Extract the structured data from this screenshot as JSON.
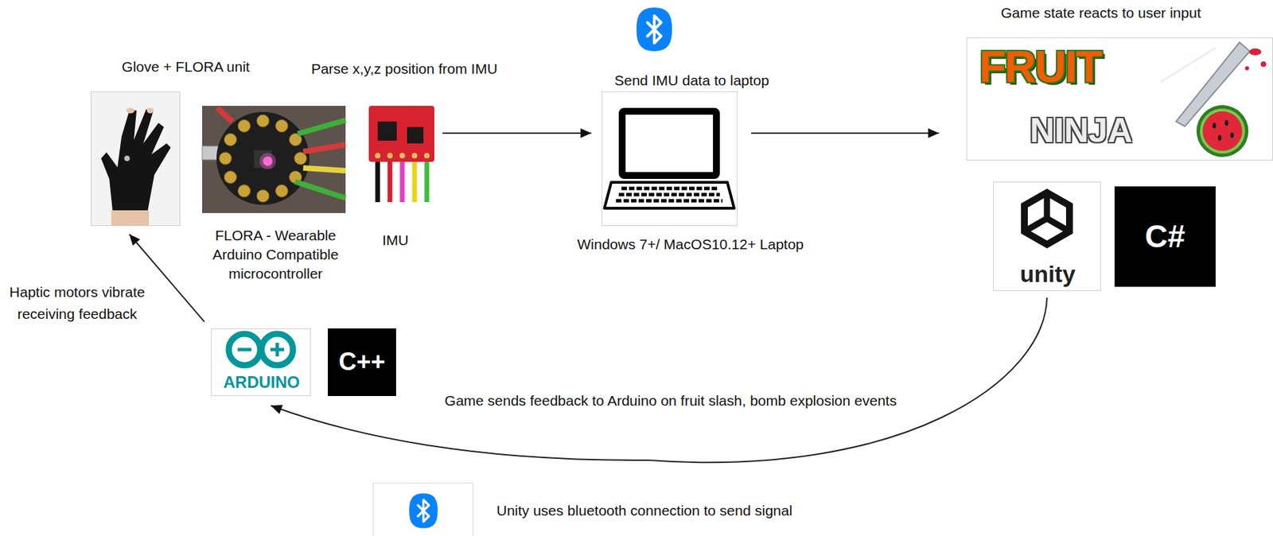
{
  "diagram": {
    "nodes": [
      {
        "text": [
          "Glove + FLORA unit"
        ]
      },
      {
        "text": [
          "FLORA - Wearable Arduino Compatible microcontroller"
        ]
      },
      {
        "text": [
          "IMU"
        ]
      },
      {
        "text": [
          "Send IMU data to laptop",
          "Windows 7+/ MacOS10.12+ Laptop"
        ]
      },
      {
        "text": [
          "Game state reacts to user input",
          "FRUIT",
          "NINJA"
        ]
      },
      {
        "text": [
          "unity"
        ]
      },
      {
        "text": [
          "C#"
        ]
      },
      {
        "text": [
          "ARDUINO"
        ]
      },
      {
        "text": [
          "C++"
        ]
      }
    ],
    "edges": [
      {
        "from": 2,
        "to": 3,
        "arrow": "to"
      },
      {
        "from": 3,
        "to": 4,
        "arrow": "to"
      },
      {
        "from": 5,
        "to": 7,
        "label": "Game sends feedback to Arduino on fruit slash, bomb explosion events",
        "arrow": "to"
      },
      {
        "from": 7,
        "to": 0,
        "label": "Haptic motors vibrate receiving feedback",
        "arrow": "to"
      }
    ],
    "labels": [
      "Parse x,y,z position from IMU",
      "Unity uses bluetooth connection to send signal"
    ]
  }
}
